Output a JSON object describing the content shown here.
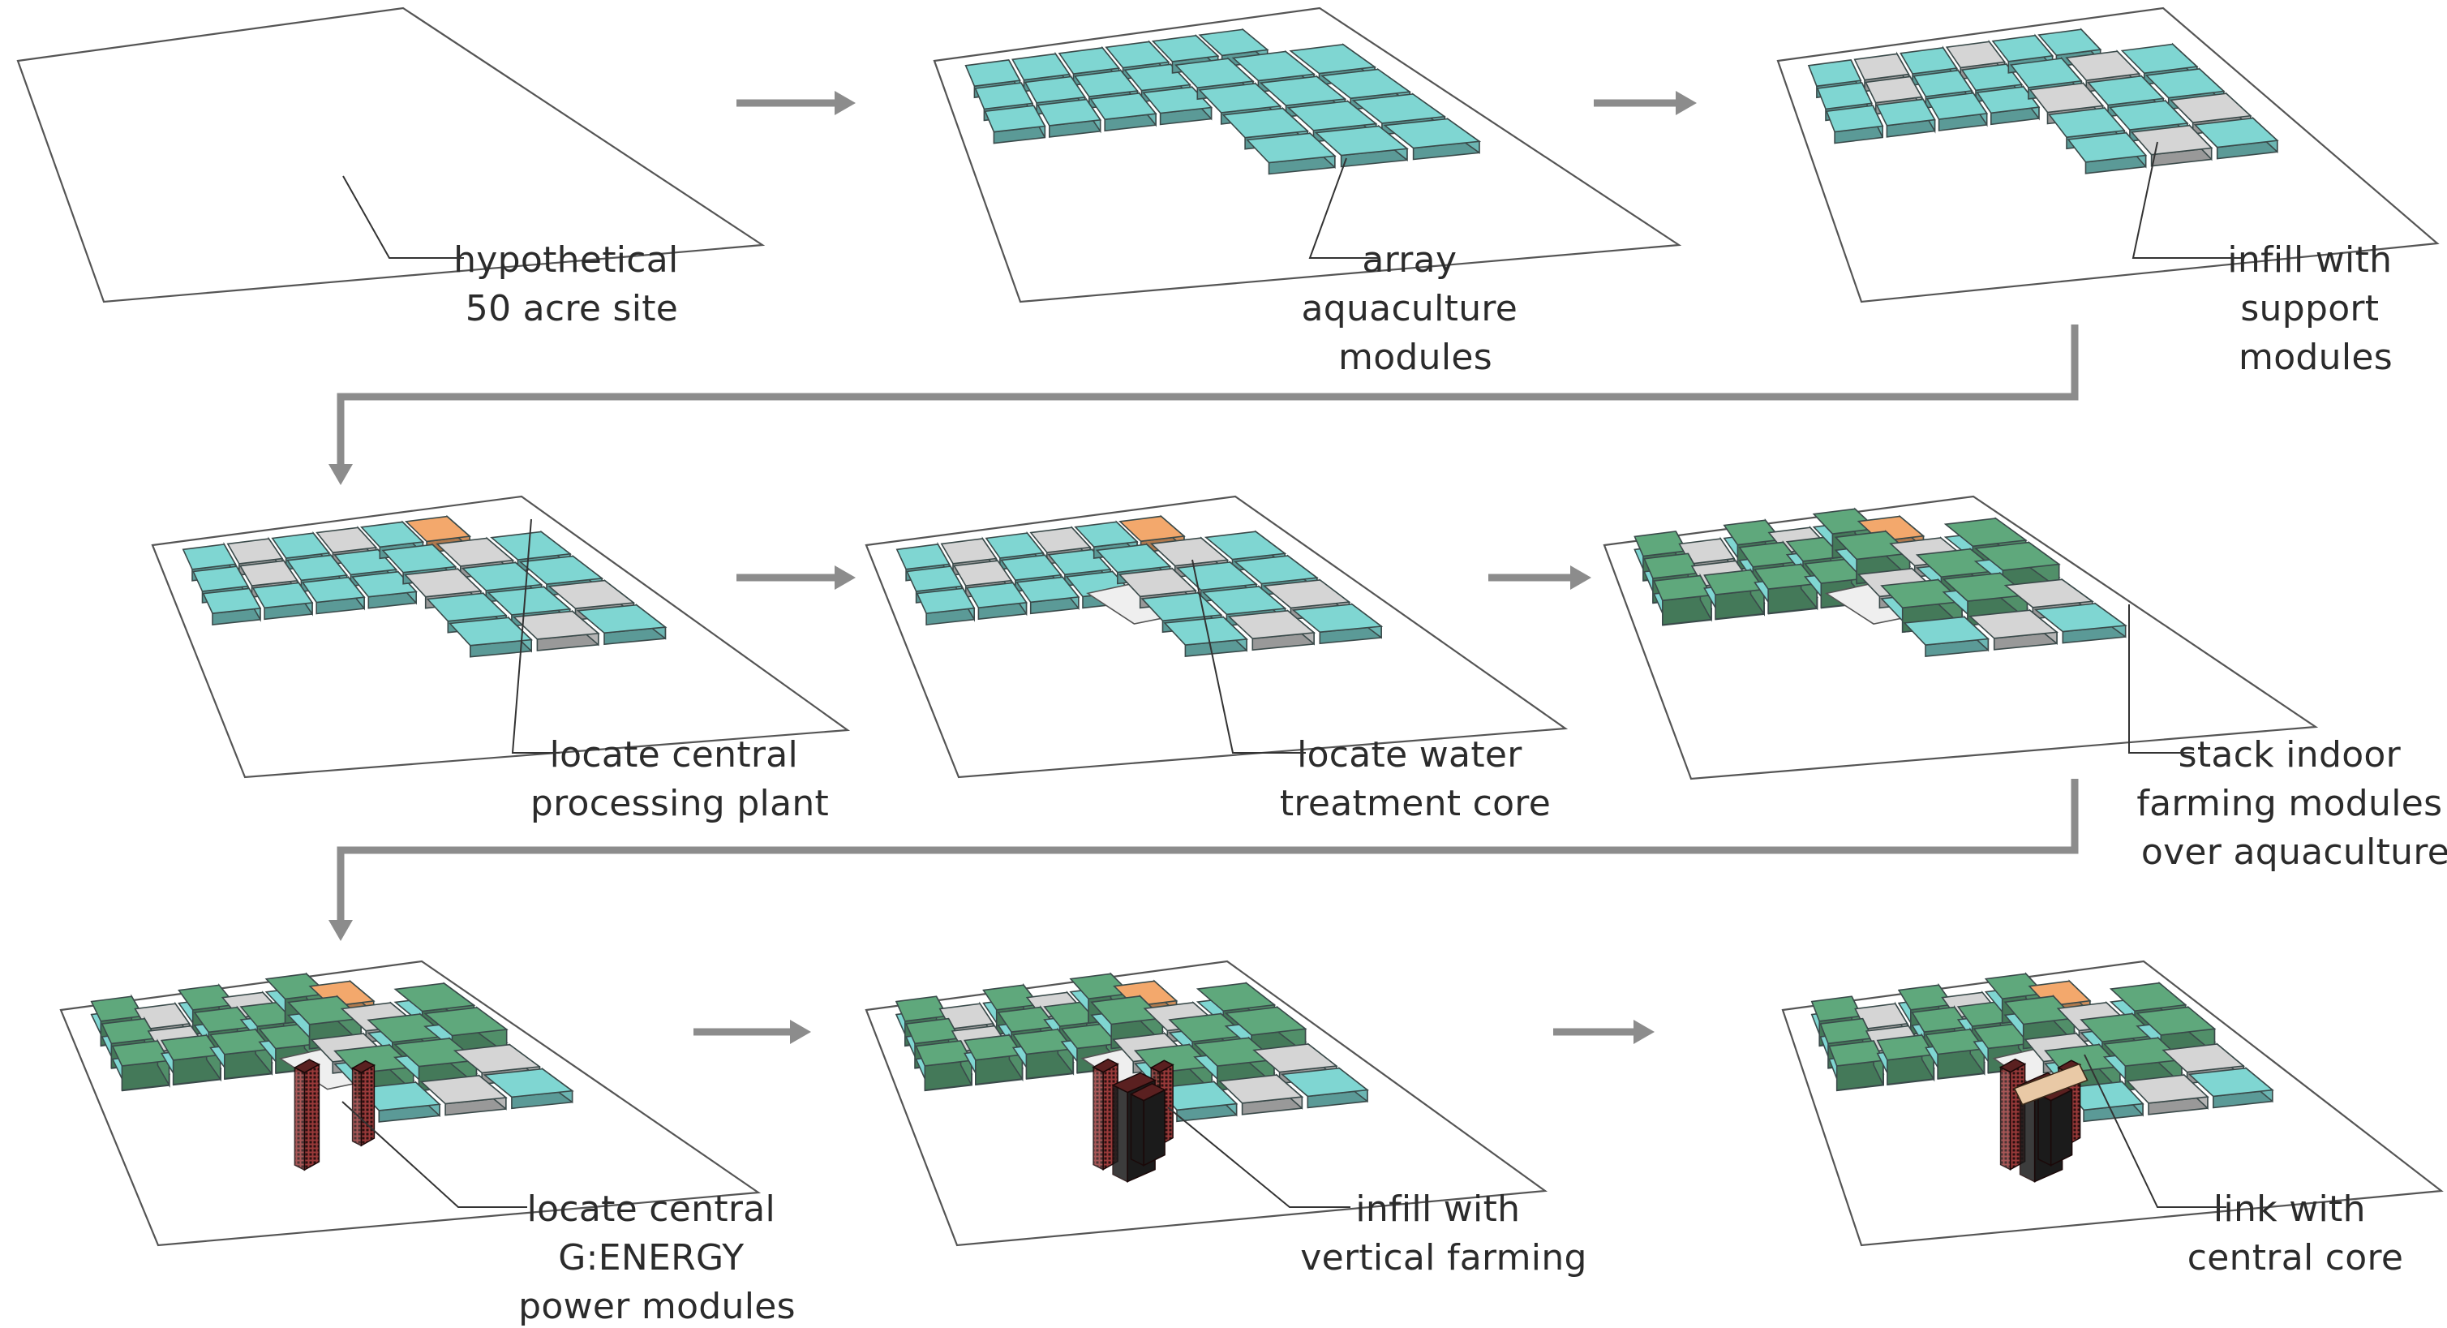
{
  "colors": {
    "aquaculture": "#7fd6d2",
    "support": "#d5d5d5",
    "processing": "#f3a86c",
    "water_core": "#efefef",
    "farming": "#5fa87c",
    "power": "#9a3a3a",
    "vertical_farming": "#1b1b1b",
    "arrow": "#8c8c8c",
    "site_outline": "#555555"
  },
  "steps": [
    {
      "lines": [
        "hypothetical",
        "50 acre site"
      ]
    },
    {
      "lines": [
        "array",
        "aquaculture",
        "modules"
      ]
    },
    {
      "lines": [
        "infill with",
        "support",
        "modules"
      ]
    },
    {
      "lines": [
        "locate central",
        "processing plant"
      ]
    },
    {
      "lines": [
        "locate water",
        "treatment core"
      ]
    },
    {
      "lines": [
        "stack indoor",
        "farming modules",
        "over aquaculture"
      ]
    },
    {
      "lines": [
        "locate central",
        "G:ENERGY",
        "power modules"
      ]
    },
    {
      "lines": [
        "infill with",
        "vertical farming"
      ]
    },
    {
      "lines": [
        "link with",
        "central core"
      ]
    }
  ]
}
